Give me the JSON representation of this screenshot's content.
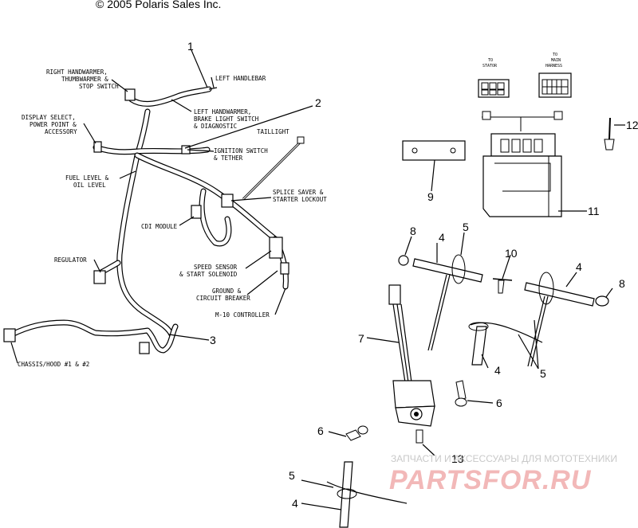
{
  "copyright": "© 2005 Polaris Sales Inc.",
  "labels": {
    "right_handwarmer": [
      "RIGHT HANDWARMER,",
      "THUMBWARMER &",
      "STOP SWITCH"
    ],
    "left_handlebar": "LEFT HANDLEBAR",
    "display_select": [
      "DISPLAY SELECT,",
      "POWER POINT &",
      "ACCESSORY"
    ],
    "left_handwarmer": [
      "LEFT HANDWARMER,",
      "BRAKE LIGHT SWITCH",
      "& DIAGNOSTIC"
    ],
    "taillight": "TAILLIGHT",
    "ignition_switch": [
      "IGNITION SWITCH",
      "& TETHER"
    ],
    "fuel_level": [
      "FUEL LEVEL &",
      "OIL LEVEL"
    ],
    "splice_saver": [
      "SPLICE SAVER &",
      "STARTER LOCKOUT"
    ],
    "cdi_module": "CDI MODULE",
    "regulator": "REGULATOR",
    "speed_sensor": [
      "SPEED SENSOR",
      "& START SOLENOID"
    ],
    "ground_circuit": [
      "GROUND &",
      "CIRCUIT BREAKER"
    ],
    "m10_controller": "M-10 CONTROLLER",
    "chassis_hood": "CHASSIS/HOOD #1 & #2",
    "to_stator": [
      "TO",
      "STATOR"
    ],
    "to_main_harness": [
      "TO",
      "MAIN",
      "HARNESS"
    ]
  },
  "callouts": {
    "n1": "1",
    "n2": "2",
    "n3": "3",
    "n4a": "4",
    "n4b": "4",
    "n4c": "4",
    "n4d": "4",
    "n5a": "5",
    "n5b": "5",
    "n5c": "5",
    "n6a": "6",
    "n6b": "6",
    "n7": "7",
    "n8a": "8",
    "n8b": "8",
    "n9": "9",
    "n10": "10",
    "n11": "11",
    "n12": "12",
    "n13": "13"
  },
  "watermark": {
    "subtitle": "ЗАПЧАСТИ И АКСЕССУАРЫ ДЛЯ МОТОТЕХНИКИ",
    "brand": "PARTSFOR.RU",
    "color": "#e88080"
  }
}
